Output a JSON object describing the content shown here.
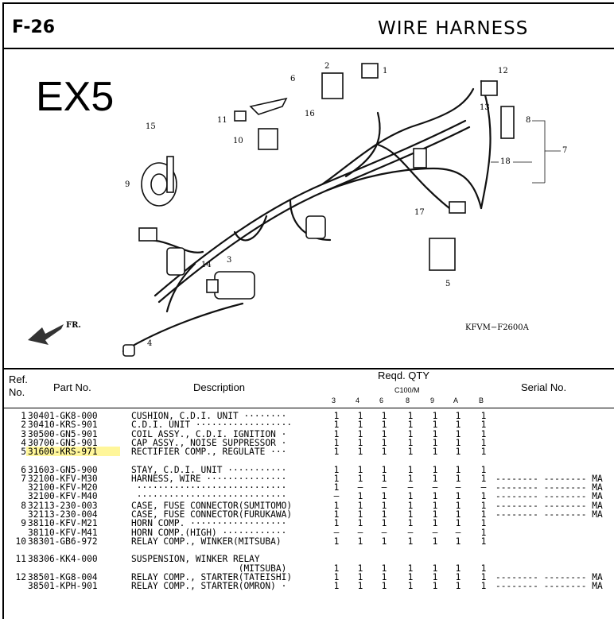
{
  "header": {
    "figure_no": "F-26",
    "title": "WIRE  HARNESS"
  },
  "diagram": {
    "model": "EX5",
    "code": "KFVM−F2600A",
    "fr_label": "FR.",
    "callouts": [
      "1",
      "2",
      "3",
      "4",
      "5",
      "6",
      "7",
      "8",
      "9",
      "10",
      "11",
      "12",
      "13",
      "14",
      "15",
      "16",
      "17",
      "18"
    ]
  },
  "table": {
    "headers": {
      "ref": "Ref.",
      "no": "No.",
      "part_no": "Part No.",
      "description": "Description",
      "reqd_qty": "Reqd. QTY",
      "c100m": "C100/M",
      "serial_no": "Serial No."
    },
    "qty_cols": [
      "3",
      "4",
      "6",
      "8",
      "9",
      "A",
      "B"
    ],
    "rows": [
      {
        "ref": "1",
        "part": "30401-GK8-000",
        "desc": "CUSHION, C.D.I. UNIT ········",
        "qty": [
          "1",
          "1",
          "1",
          "1",
          "1",
          "1",
          "1"
        ],
        "serial": "",
        "hl": false,
        "gap": false
      },
      {
        "ref": "2",
        "part": "30410-KRS-901",
        "desc": "C.D.I. UNIT ··················",
        "qty": [
          "1",
          "1",
          "1",
          "1",
          "1",
          "1",
          "1"
        ],
        "serial": "",
        "hl": false,
        "gap": false
      },
      {
        "ref": "3",
        "part": "30500-GN5-901",
        "desc": "COIL ASSY., C.D.I. IGNITION ·",
        "qty": [
          "1",
          "1",
          "1",
          "1",
          "1",
          "1",
          "1"
        ],
        "serial": "",
        "hl": false,
        "gap": false
      },
      {
        "ref": "4",
        "part": "30700-GN5-901",
        "desc": "CAP ASSY., NOISE SUPPRESSOR ·",
        "qty": [
          "1",
          "1",
          "1",
          "1",
          "1",
          "1",
          "1"
        ],
        "serial": "",
        "hl": false,
        "gap": false
      },
      {
        "ref": "5",
        "part": "31600-KRS-971",
        "desc": "RECTIFIER COMP., REGULATE ···",
        "qty": [
          "1",
          "1",
          "1",
          "1",
          "1",
          "1",
          "1"
        ],
        "serial": "",
        "hl": true,
        "gap": false
      },
      {
        "ref": "6",
        "part": "31603-GN5-900",
        "desc": "STAY, C.D.I. UNIT ···········",
        "qty": [
          "1",
          "1",
          "1",
          "1",
          "1",
          "1",
          "1"
        ],
        "serial": "",
        "hl": false,
        "gap": true
      },
      {
        "ref": "7",
        "part": "32100-KFV-M30",
        "desc": "HARNESS, WIRE ···············",
        "qty": [
          "1",
          "1",
          "1",
          "1",
          "1",
          "1",
          "1"
        ],
        "serial": "-------- -------- MA",
        "hl": false,
        "gap": false
      },
      {
        "ref": "",
        "part": "32100-KFV-M20",
        "desc": " ····························",
        "qty": [
          "1",
          "–",
          "–",
          "–",
          "–",
          "–",
          "–"
        ],
        "serial": "-------- -------- MA",
        "hl": false,
        "gap": false
      },
      {
        "ref": "",
        "part": "32100-KFV-M40",
        "desc": " ····························",
        "qty": [
          "–",
          "1",
          "1",
          "1",
          "1",
          "1",
          "1"
        ],
        "serial": "-------- -------- MA",
        "hl": false,
        "gap": false
      },
      {
        "ref": "8",
        "part": "32113-230-003",
        "desc": "CASE, FUSE CONNECTOR(SUMITOMO)",
        "qty": [
          "1",
          "1",
          "1",
          "1",
          "1",
          "1",
          "1"
        ],
        "serial": "-------- -------- MA",
        "hl": false,
        "gap": false
      },
      {
        "ref": "",
        "part": "32113-230-004",
        "desc": "CASE, FUSE CONNECTOR(FURUKAWA)",
        "qty": [
          "1",
          "1",
          "1",
          "1",
          "1",
          "1",
          "1"
        ],
        "serial": "-------- -------- MA",
        "hl": false,
        "gap": false
      },
      {
        "ref": "9",
        "part": "38110-KFV-M21",
        "desc": "HORN COMP. ··················",
        "qty": [
          "1",
          "1",
          "1",
          "1",
          "1",
          "1",
          "1"
        ],
        "serial": "",
        "hl": false,
        "gap": false
      },
      {
        "ref": "",
        "part": "38110-KFV-M41",
        "desc": "HORN COMP.(HIGH) ············",
        "qty": [
          "–",
          "–",
          "–",
          "–",
          "–",
          "–",
          "1"
        ],
        "serial": "",
        "hl": false,
        "gap": false
      },
      {
        "ref": "10",
        "part": "38301-GB6-972",
        "desc": "RELAY COMP., WINKER(MITSUBA)",
        "qty": [
          "1",
          "1",
          "1",
          "1",
          "1",
          "1",
          "1"
        ],
        "serial": "",
        "hl": false,
        "gap": false
      },
      {
        "ref": "11",
        "part": "38306-KK4-000",
        "desc": "SUSPENSION, WINKER RELAY",
        "qty": [
          "",
          "",
          "",
          "",
          "",
          "",
          ""
        ],
        "serial": "",
        "hl": false,
        "gap": true
      },
      {
        "ref": "",
        "part": "",
        "desc": "                    (MITSUBA)",
        "qty": [
          "1",
          "1",
          "1",
          "1",
          "1",
          "1",
          "1"
        ],
        "serial": "",
        "hl": false,
        "gap": false
      },
      {
        "ref": "12",
        "part": "38501-KG8-004",
        "desc": "RELAY COMP., STARTER(TATEISHI)",
        "qty": [
          "1",
          "1",
          "1",
          "1",
          "1",
          "1",
          "1"
        ],
        "serial": "-------- -------- MA",
        "hl": false,
        "gap": false
      },
      {
        "ref": "",
        "part": "38501-KPH-901",
        "desc": "RELAY COMP., STARTER(OMRON) ·",
        "qty": [
          "1",
          "1",
          "1",
          "1",
          "1",
          "1",
          "1"
        ],
        "serial": "-------- -------- MA",
        "hl": false,
        "gap": false
      }
    ]
  }
}
